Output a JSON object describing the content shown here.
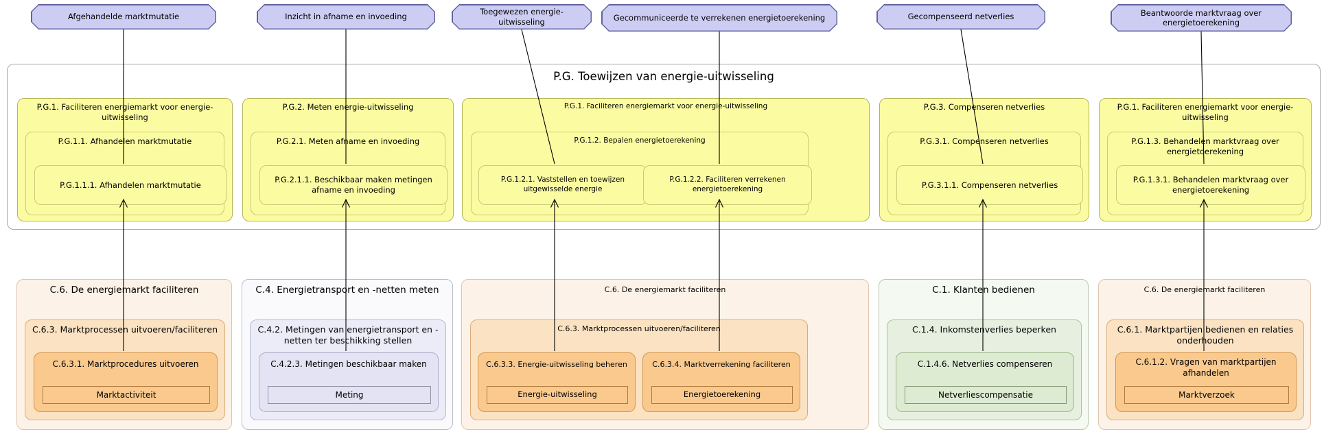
{
  "badges": [
    {
      "label": "Afgehandelde marktmutatie"
    },
    {
      "label": "Inzicht in afname en invoeding"
    },
    {
      "label": "Toegewezen energie-uitwisseling"
    },
    {
      "label": "Gecommuniceerde te verrekenen energietoerekening"
    },
    {
      "label": "Gecompenseerd netverlies"
    },
    {
      "label": "Beantwoorde marktvraag over energietoerekening"
    }
  ],
  "process_group": {
    "title": "P.G. Toewijzen van energie-uitwisseling",
    "columns": [
      {
        "outer": "P.G.1. Faciliteren energiemarkt voor energie-uitwisseling",
        "mid": "P.G.1.1. Afhandelen marktmutatie",
        "inner": [
          "P.G.1.1.1. Afhandelen marktmutatie"
        ]
      },
      {
        "outer": "P.G.2. Meten energie-uitwisseling",
        "mid": "P.G.2.1. Meten afname en invoeding",
        "inner": [
          "P.G.2.1.1. Beschikbaar maken metingen afname en invoeding"
        ]
      },
      {
        "outer": "P.G.1. Faciliteren energiemarkt voor energie-uitwisseling",
        "mid": "P.G.1.2. Bepalen energietoerekening",
        "inner": [
          "P.G.1.2.1. Vaststellen en toewijzen uitgewisselde energie",
          "P.G.1.2.2. Faciliteren verrekenen energietoerekening"
        ]
      },
      {
        "outer": "P.G.3. Compenseren netverlies",
        "mid": "P.G.3.1. Compenseren netverlies",
        "inner": [
          "P.G.3.1.1. Compenseren netverlies"
        ]
      },
      {
        "outer": "P.G.1. Faciliteren energiemarkt voor energie-uitwisseling",
        "mid": "P.G.1.3. Behandelen marktvraag over energietoerekening",
        "inner": [
          "P.G.1.3.1. Behandelen marktvraag over energietoerekening"
        ]
      }
    ]
  },
  "capabilities": {
    "columns": [
      {
        "outer": "C.6. De energiemarkt faciliteren",
        "mid": "C.6.3. Marktprocessen uitvoeren/faciliteren",
        "inner": [
          {
            "title": "C.6.3.1. Marktprocedures uitvoeren",
            "object": "Marktactiviteit"
          }
        ]
      },
      {
        "outer": "C.4. Energietransport en -netten meten",
        "mid": "C.4.2. Metingen van energietransport en -netten ter beschikking stellen",
        "inner": [
          {
            "title": "C.4.2.3. Metingen beschikbaar maken",
            "object": "Meting"
          }
        ]
      },
      {
        "outer": "C.6. De energiemarkt faciliteren",
        "mid": "C.6.3. Marktprocessen uitvoeren/faciliteren",
        "inner": [
          {
            "title": "C.6.3.3. Energie-uitwisseling beheren",
            "object": "Energie-uitwisseling"
          },
          {
            "title": "C.6.3.4. Marktverrekening faciliteren",
            "object": "Energietoerekening"
          }
        ]
      },
      {
        "outer": "C.1. Klanten bedienen",
        "mid": "C.1.4. Inkomstenverlies beperken",
        "inner": [
          {
            "title": "C.1.4.6. Netverlies compenseren",
            "object": "Netverliescompensatie"
          }
        ]
      },
      {
        "outer": "C.6. De energiemarkt faciliteren",
        "mid": "C.6.1. Marktpartijen bedienen en relaties onderhouden",
        "inner": [
          {
            "title": "C.6.1.2. Vragen van marktpartijen afhandelen",
            "object": "Marktverzoek"
          }
        ]
      }
    ]
  },
  "connections": [
    {
      "from": "C.6.3.1. Marktprocedures uitvoeren",
      "to": "P.G.1.1.1. Afhandelen marktmutatie",
      "style": "arrow-up"
    },
    {
      "from": "C.4.2.3. Metingen beschikbaar maken",
      "to": "P.G.2.1.1. Beschikbaar maken metingen afname en invoeding",
      "style": "arrow-up"
    },
    {
      "from": "C.6.3.3. Energie-uitwisseling beheren",
      "to": "P.G.1.2.1. Vaststellen en toewijzen uitgewisselde energie",
      "style": "arrow-up"
    },
    {
      "from": "C.6.3.4. Marktverrekening faciliteren",
      "to": "P.G.1.2.2. Faciliteren verrekenen energietoerekening",
      "style": "arrow-up"
    },
    {
      "from": "C.1.4.6. Netverlies compenseren",
      "to": "P.G.3.1.1. Compenseren netverlies",
      "style": "arrow-up"
    },
    {
      "from": "C.6.1.2. Vragen van marktpartijen afhandelen",
      "to": "P.G.1.3.1. Behandelen marktvraag over energietoerekening",
      "style": "arrow-up"
    },
    {
      "from": "P.G.1.1.1. Afhandelen marktmutatie",
      "to": "Afgehandelde marktmutatie",
      "style": "line"
    },
    {
      "from": "P.G.2.1.1. Beschikbaar maken metingen afname en invoeding",
      "to": "Inzicht in afname en invoeding",
      "style": "line"
    },
    {
      "from": "P.G.1.2.1. Vaststellen en toewijzen uitgewisselde energie",
      "to": "Toegewezen energie-uitwisseling",
      "style": "line"
    },
    {
      "from": "P.G.1.2.2. Faciliteren verrekenen energietoerekening",
      "to": "Gecommuniceerde te verrekenen energietoerekening",
      "style": "line"
    },
    {
      "from": "P.G.3.1.1. Compenseren netverlies",
      "to": "Gecompenseerd netverlies",
      "style": "line"
    },
    {
      "from": "P.G.1.3.1. Behandelen marktvraag over energietoerekening",
      "to": "Beantwoorde marktvraag over energietoerekening",
      "style": "line"
    }
  ],
  "colors": {
    "badge_fill": "#cdcdf4",
    "badge_border": "#62629e",
    "process_fill": "#fbfba2",
    "process_border": "#b5b55a",
    "orange_fill": "#f9c98e",
    "lavender_fill": "#e3e3f3",
    "green_fill": "#ddebd3",
    "connector": "#000000"
  }
}
